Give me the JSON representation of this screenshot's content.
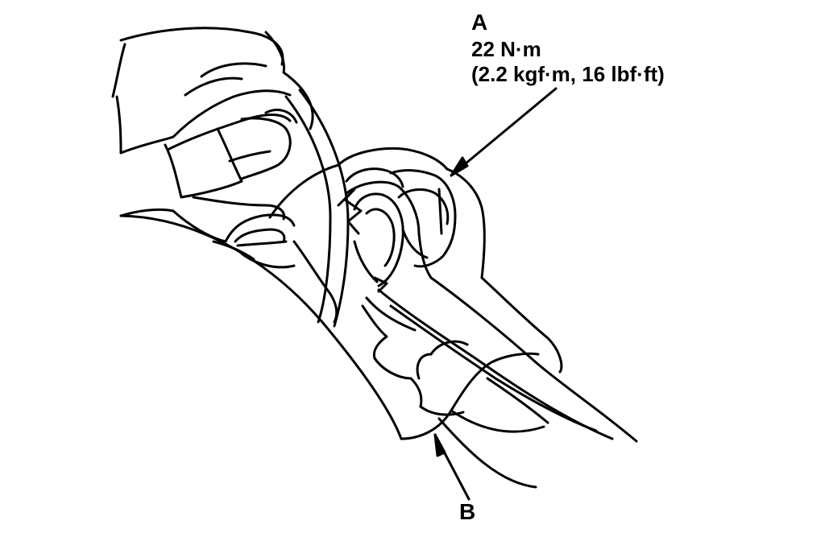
{
  "callouts": {
    "a": {
      "letter": "A",
      "torque_metric": "22 N·m",
      "torque_alt": "(2.2 kgf·m, 16 lbf·ft)"
    },
    "b": {
      "letter": "B"
    }
  },
  "colors": {
    "line": "#000000",
    "background": "#ffffff"
  }
}
